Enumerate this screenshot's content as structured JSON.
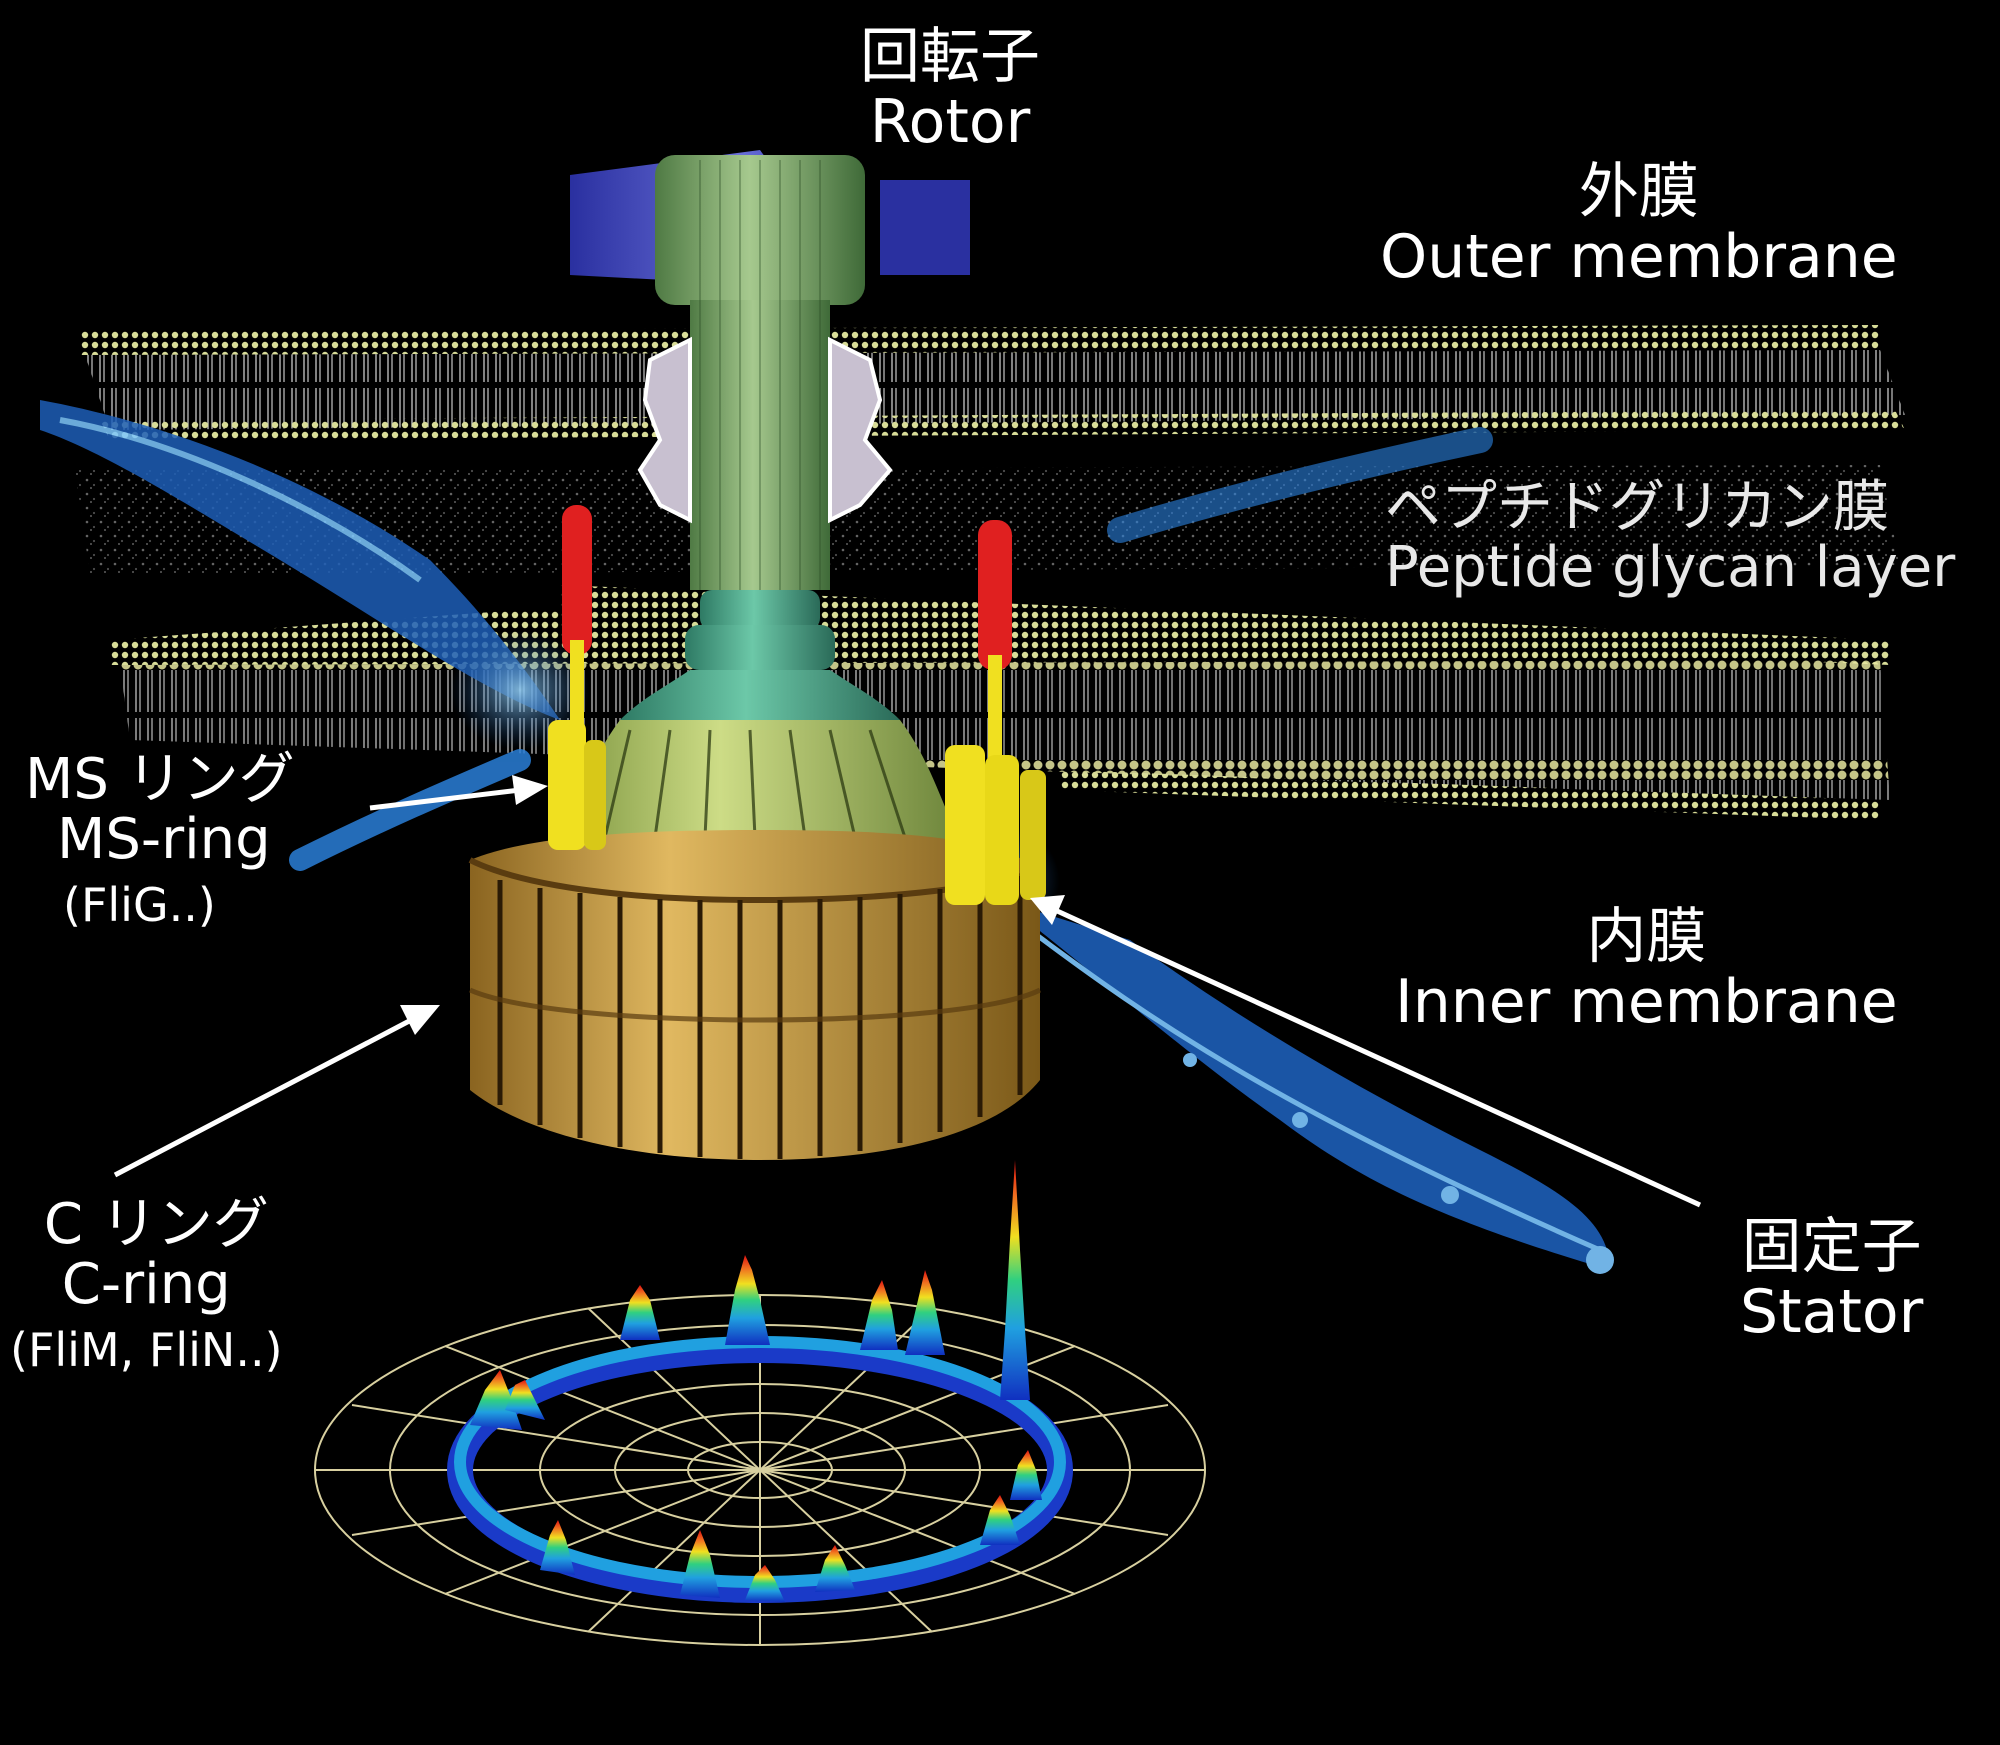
{
  "labels": {
    "rotor": {
      "jp": "回転子",
      "en": "Rotor"
    },
    "outer_membrane": {
      "jp": "外膜",
      "en": "Outer membrane"
    },
    "peptide_glycan": {
      "jp": "ペプチドグリカン膜",
      "en": "Peptide glycan layer"
    },
    "ms_ring": {
      "jp": "MS リング",
      "en": "MS-ring",
      "sub": "(FliG..)"
    },
    "inner_membrane": {
      "jp": "内膜",
      "en": "Inner membrane"
    },
    "c_ring": {
      "jp": "C リング",
      "en": "C-ring",
      "sub": "(FliM, FliN..)"
    },
    "stator": {
      "jp": "固定子",
      "en": "Stator"
    }
  },
  "colors": {
    "background": "#000000",
    "membrane_lipid_head": "#e6e6a0",
    "membrane_tail": "#d8d8d8",
    "rotor_rod": "#8fb57a",
    "rotor_rod_dark": "#5f8650",
    "ms_ring_body": "#b8c870",
    "c_ring_body": "#c8a040",
    "stator_red": "#e02020",
    "stator_yellow": "#f0e020",
    "rotation_arrow": "#3040b0",
    "ion_stream": "#2a7fd8",
    "plot_grid": "#d8d0a0"
  }
}
